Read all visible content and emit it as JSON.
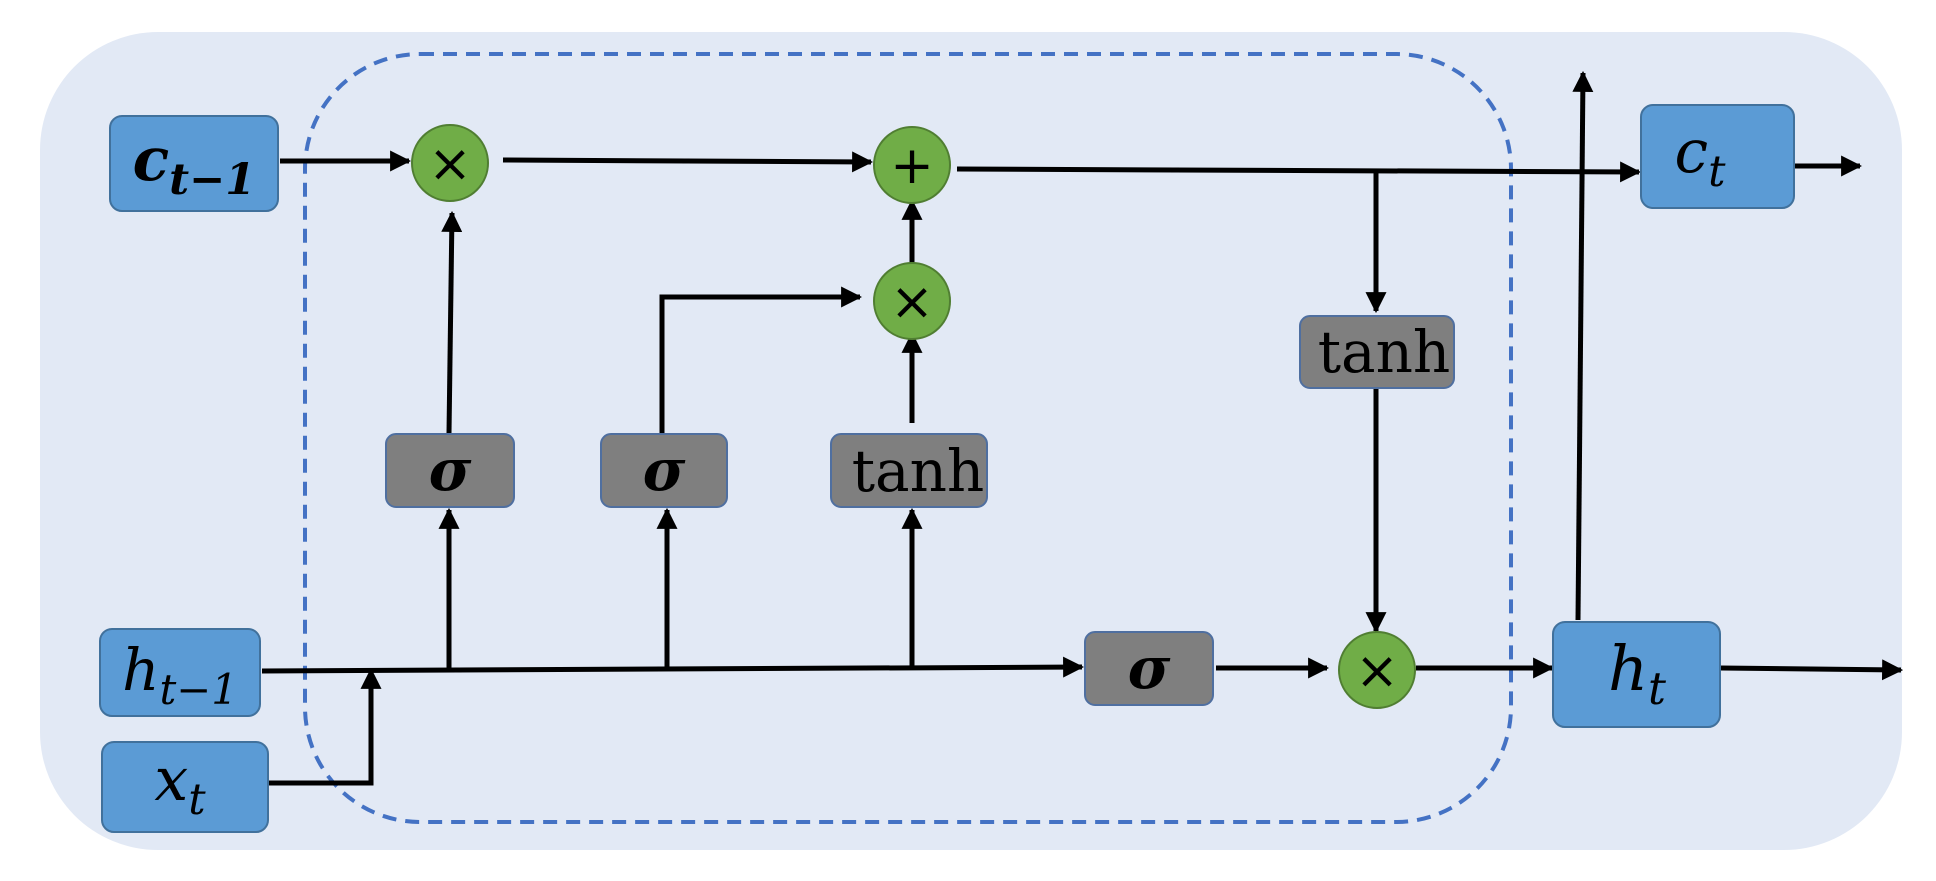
{
  "inputs": {
    "c_prev": {
      "base": "c",
      "sub": "t−1"
    },
    "h_prev": {
      "base": "h",
      "sub": "t−1"
    },
    "x": {
      "base": "x",
      "sub": "t"
    }
  },
  "outputs": {
    "c": {
      "base": "c",
      "sub": "t"
    },
    "h": {
      "base": "h",
      "sub": "t"
    }
  },
  "gates": {
    "forget": "σ",
    "input": "σ",
    "candidate": "tanh",
    "output": "σ",
    "cell_tanh": "tanh"
  },
  "operators": {
    "forget_multiply": "×",
    "add": "+",
    "input_multiply": "×",
    "output_multiply": "×"
  },
  "colors": {
    "background_panel": "#e2e9f5",
    "variable_box": "#5b9bd5",
    "gate_box": "#7f7f7f",
    "operator_circle": "#70ad47",
    "dashed_border": "#4472c4"
  }
}
